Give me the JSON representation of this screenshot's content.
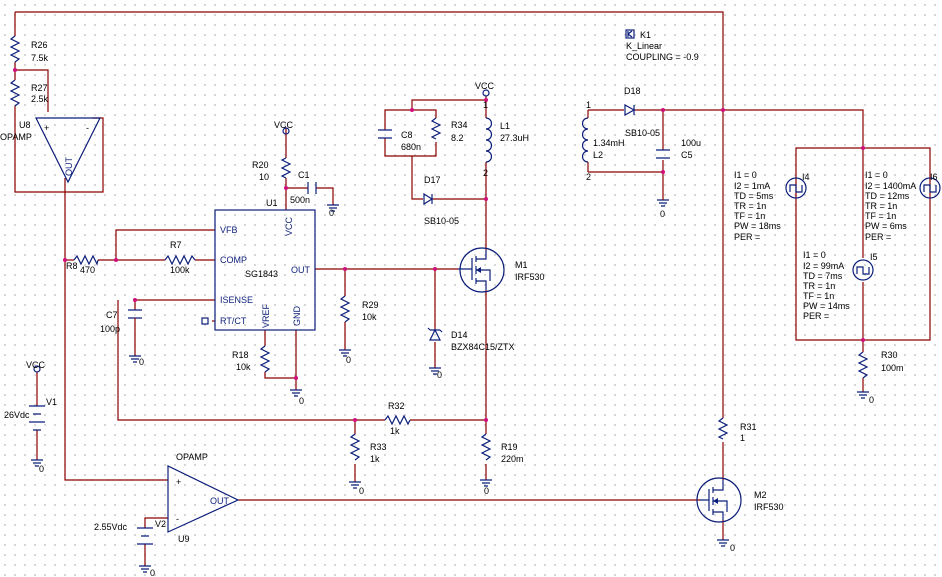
{
  "labels": {
    "r26": "R26",
    "r26_val": "7.5k",
    "r27": "R27",
    "r27_val": "2.5k",
    "u8": "U8",
    "u8_type": "OPAMP",
    "opamp_out": "OUT",
    "r8": "R8",
    "r8_val": "470",
    "vcc": "VCC",
    "v1": "V1",
    "v1_val": "26Vdc",
    "v2": "V2",
    "v2_val": "2.55Vdc",
    "r20": "R20",
    "r20_val": "10",
    "c1": "C1",
    "c1_val": "500n",
    "u1": "U1",
    "u1_part": "SG1843",
    "pin_vfb": "VFB",
    "pin_comp": "COMP",
    "pin_isense": "ISENSE",
    "pin_rtct": "RT/CT",
    "pin_vcc": "VCC",
    "pin_out": "OUT",
    "pin_vref": "VREF",
    "pin_gnd": "GND",
    "r7": "R7",
    "r7_val": "100k",
    "c7": "C7",
    "c7_val": "100p",
    "r18": "R18",
    "r18_val": "10k",
    "r29": "R29",
    "r29_val": "10k",
    "c8": "C8",
    "c8_val": "680n",
    "r34": "R34",
    "r34_val": "8.2",
    "l1": "L1",
    "l1_val": "27.3uH",
    "d17": "D17",
    "d17_val": "SB10-05",
    "m1": "M1",
    "m1_val": "IRF530",
    "d14": "D14",
    "d14_val": "BZX84C15/ZTX",
    "r32": "R32",
    "r32_val": "1k",
    "r33": "R33",
    "r33_val": "1k",
    "r19": "R19",
    "r19_val": "220m",
    "u9_type": "OPAMP",
    "u9": "U9",
    "k1": "K1",
    "k1_type": "K_Linear",
    "k1_coupling": "COUPLING = -0.9",
    "d18": "D18",
    "d18_val": "SB10-05",
    "l2": "L2",
    "l2_val": "1.34mH",
    "c5": "C5",
    "c5_val": "100u",
    "pin1": "1",
    "pin2": "2",
    "r31": "R31",
    "r31_val": "1",
    "m2": "M2",
    "m2_val": "IRF530",
    "r30": "R30",
    "r30_val": "100m",
    "i4": "I4",
    "i5": "I5",
    "i6": "I6",
    "gnd": "0"
  },
  "sources": {
    "i4": [
      "I1 = 0",
      "I2 = 1mA",
      "TD = 5ms",
      "TR = 1n",
      "TF = 1n",
      "PW = 18ms",
      "PER ="
    ],
    "i5": [
      "I1 = 0",
      "I2 = 99mA",
      "TD = 7ms",
      "TR = 1n",
      "TF = 1n",
      "PW = 14ms",
      "PER ="
    ],
    "i6": [
      "I1 = 0",
      "I2 = 1400mA",
      "TD = 12ms",
      "TR = 1n",
      "TF = 1n",
      "PW = 6ms",
      "PER ="
    ]
  }
}
